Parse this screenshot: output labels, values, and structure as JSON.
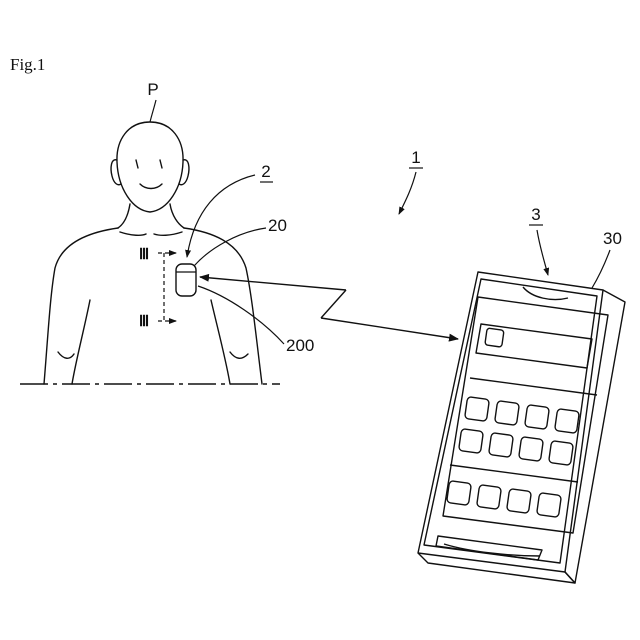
{
  "figure": {
    "title": "Fig.1",
    "labels": {
      "person": "P",
      "system": "1",
      "sensor": "2",
      "sensor_body": "20",
      "sensor_part": "200",
      "phone": "3",
      "phone_body": "30",
      "section_upper": "Ⅲ",
      "section_lower": "Ⅲ"
    },
    "colors": {
      "line": "#111111",
      "background": "#ffffff"
    }
  }
}
